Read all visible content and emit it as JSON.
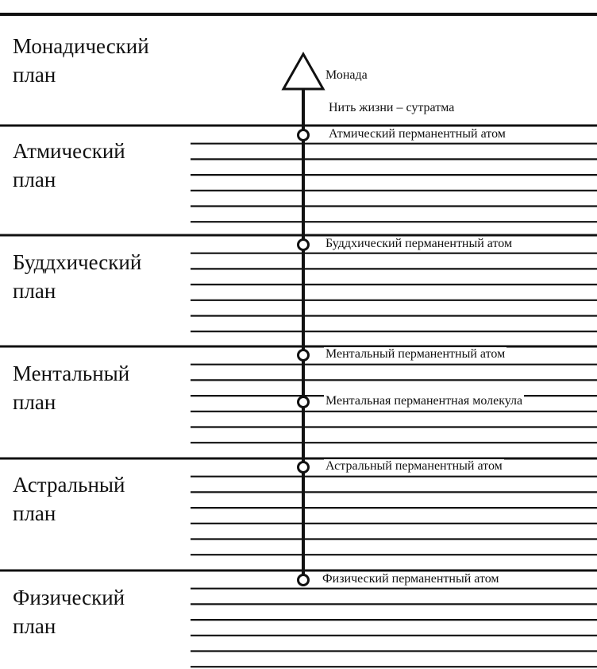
{
  "title_apex": "Монада",
  "thread": "Нить жизни – сутратма",
  "planes": [
    {
      "name": "Монадический",
      "sub": "план"
    },
    {
      "name": "Атмический",
      "sub": "план"
    },
    {
      "name": "Буддхический",
      "sub": "план"
    },
    {
      "name": "Ментальный",
      "sub": "план"
    },
    {
      "name": "Астральный",
      "sub": "план"
    },
    {
      "name": "Физический",
      "sub": "план"
    }
  ],
  "atoms": [
    "Атмический перманентный атом",
    "Буддхический перманентный атом",
    "Ментальный перманентный атом",
    "Ментальная перманентная молекула",
    "Астральный перманентный атом",
    "Физический перманентный атом"
  ]
}
